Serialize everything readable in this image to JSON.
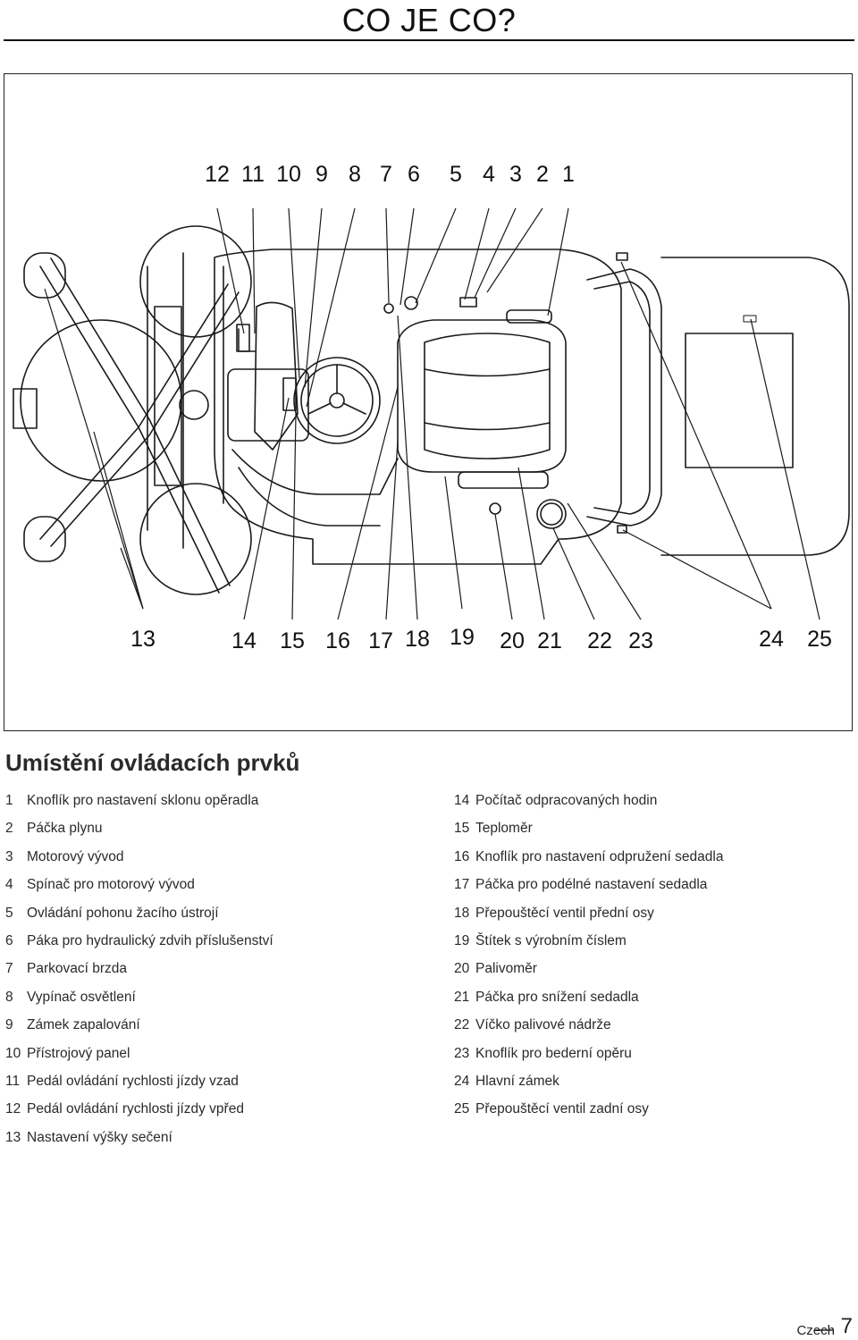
{
  "title": "CO JE CO?",
  "figure": {
    "top_numbers": [
      "12",
      "11",
      "10",
      "9",
      "8",
      "7",
      "6",
      "5",
      "4",
      "3",
      "2",
      "1"
    ],
    "bottom_numbers": [
      "13",
      "14",
      "15",
      "16",
      "17",
      "18",
      "19",
      "20",
      "21",
      "22",
      "23",
      "24",
      "25"
    ]
  },
  "section_title": "Umístění ovládacích prvků",
  "legend_left": [
    {
      "num": "1",
      "text": "Knoflík pro nastavení sklonu opěradla"
    },
    {
      "num": "2",
      "text": "Páčka plynu"
    },
    {
      "num": "3",
      "text": "Motorový vývod"
    },
    {
      "num": "4",
      "text": "Spínač pro motorový vývod"
    },
    {
      "num": "5",
      "text": "Ovládání pohonu žacího ústrojí"
    },
    {
      "num": "6",
      "text": "Páka pro hydraulický zdvih příslušenství"
    },
    {
      "num": "7",
      "text": "Parkovací brzda"
    },
    {
      "num": "8",
      "text": "Vypínač osvětlení"
    },
    {
      "num": "9",
      "text": "Zámek zapalování"
    },
    {
      "num": "10",
      "text": "Přístrojový panel"
    },
    {
      "num": "11",
      "text": "Pedál ovládání rychlosti jízdy vzad"
    },
    {
      "num": "12",
      "text": "Pedál ovládání rychlosti jízdy vpřed"
    },
    {
      "num": "13",
      "text": "Nastavení výšky sečení"
    }
  ],
  "legend_right": [
    {
      "num": "14",
      "text": "Počítač odpracovaných hodin"
    },
    {
      "num": "15",
      "text": "Teploměr"
    },
    {
      "num": "16",
      "text": "Knoflík pro nastavení odpružení sedadla"
    },
    {
      "num": "17",
      "text": "Páčka pro podélné nastavení sedadla"
    },
    {
      "num": "18",
      "text": "Přepouštěcí ventil přední osy"
    },
    {
      "num": "19",
      "text": "Štítek s výrobním číslem"
    },
    {
      "num": "20",
      "text": "Palivoměr"
    },
    {
      "num": "21",
      "text": "Páčka pro snížení sedadla"
    },
    {
      "num": "22",
      "text": "Víčko palivové nádrže"
    },
    {
      "num": "23",
      "text": "Knoflík pro bederní opěru"
    },
    {
      "num": "24",
      "text": "Hlavní zámek"
    },
    {
      "num": "25",
      "text": "Přepouštěcí ventil zadní osy"
    }
  ],
  "footer": {
    "language": "Czech",
    "page_number": "7"
  }
}
